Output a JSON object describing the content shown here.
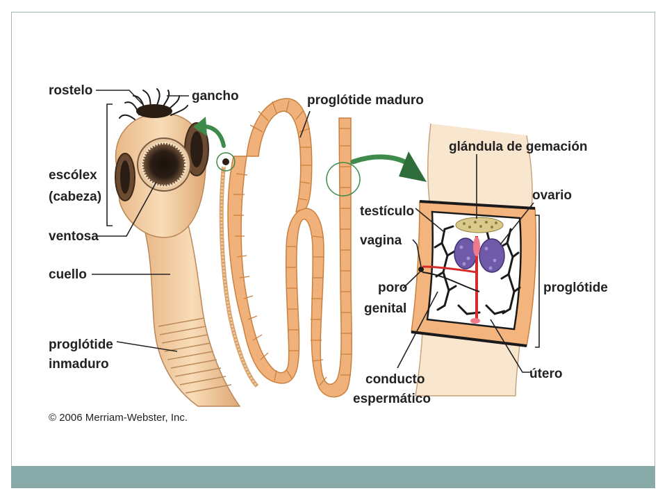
{
  "labels": {
    "rostelo": "rostelo",
    "gancho": "gancho",
    "escolex": "escólex",
    "cabeza": "(cabeza)",
    "ventosa": "ventosa",
    "cuello": "cuello",
    "inmaduro_1": "proglótide",
    "inmaduro_2": "inmaduro",
    "maduro": "proglótide maduro",
    "gemacion": "glándula de gemación",
    "ovario": "ovario",
    "testiculo": "testículo",
    "vagina": "vagina",
    "poro": "poro",
    "genital": "genital",
    "proglotide": "proglótide",
    "conducto": "conducto",
    "espermatico": "espermático",
    "utero": "útero"
  },
  "copyright": "© 2006 Merriam-Webster, Inc.",
  "colors": {
    "body": "#f1c79a",
    "segment": "#f3b47e",
    "segment_dark": "#d2894e",
    "arrow": "#3d8a4a",
    "reproductive_red": "#d72a2a",
    "ovary": "#6e5aa8",
    "gland": "#d9c98a",
    "footer": "#88aaa9"
  }
}
